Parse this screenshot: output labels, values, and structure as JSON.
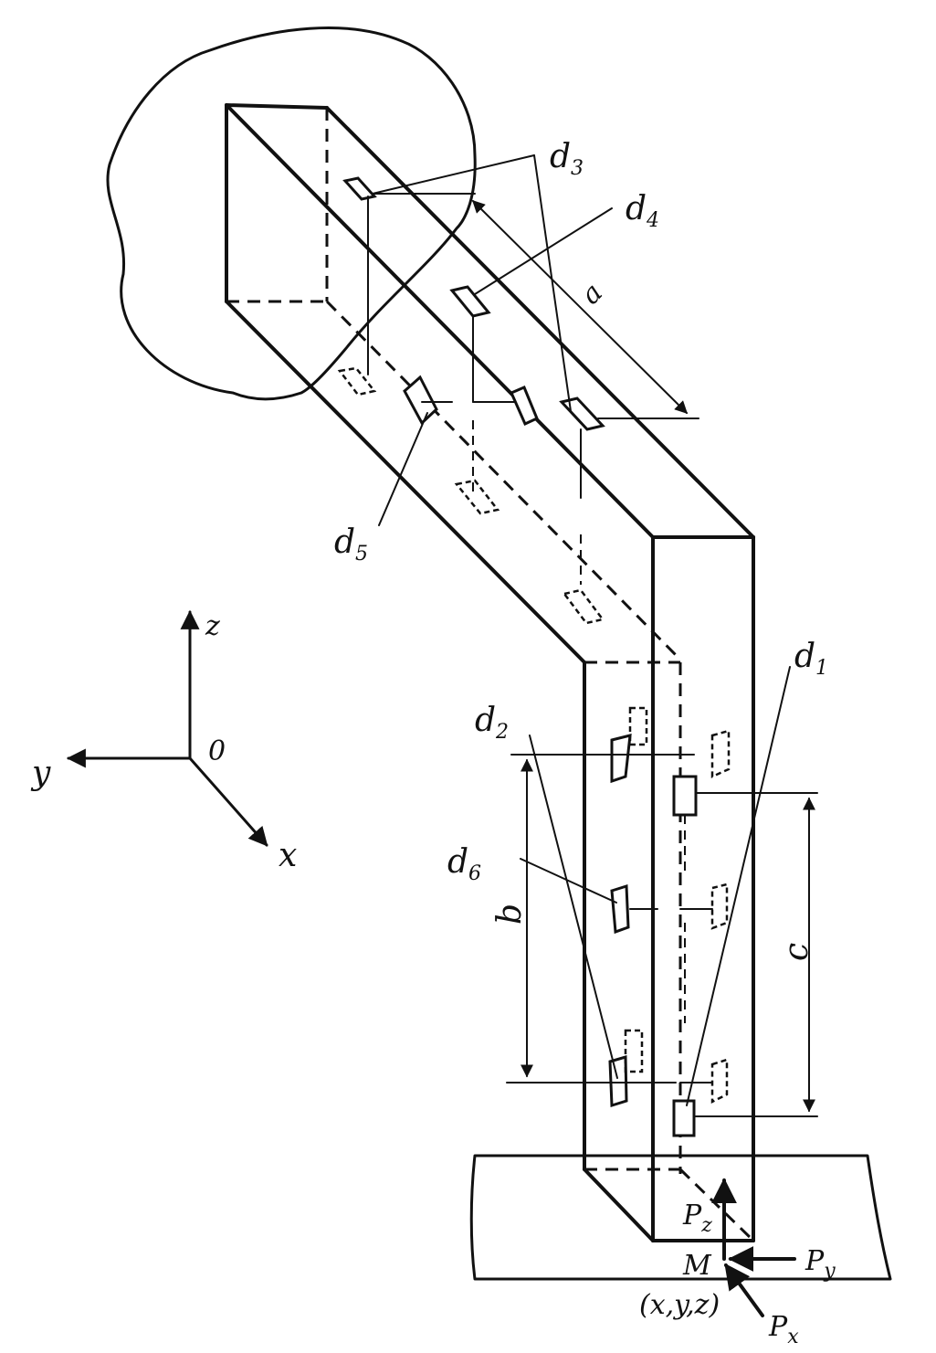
{
  "labels": {
    "d1": "d",
    "d1_sub": "1",
    "d2": "d",
    "d2_sub": "2",
    "d3": "d",
    "d3_sub": "3",
    "d4": "d",
    "d4_sub": "4",
    "d5": "d",
    "d5_sub": "5",
    "d6": "d",
    "d6_sub": "6",
    "dim_a": "a",
    "dim_b": "b",
    "dim_c": "c",
    "axis_z": "z",
    "axis_y": "y",
    "axis_x": "x",
    "origin": "0",
    "force_pz": "P",
    "force_pz_sub": "z",
    "force_py": "P",
    "force_py_sub": "y",
    "force_px": "P",
    "force_px_sub": "x",
    "point_m": "M",
    "coords": "(x,y,z)"
  }
}
